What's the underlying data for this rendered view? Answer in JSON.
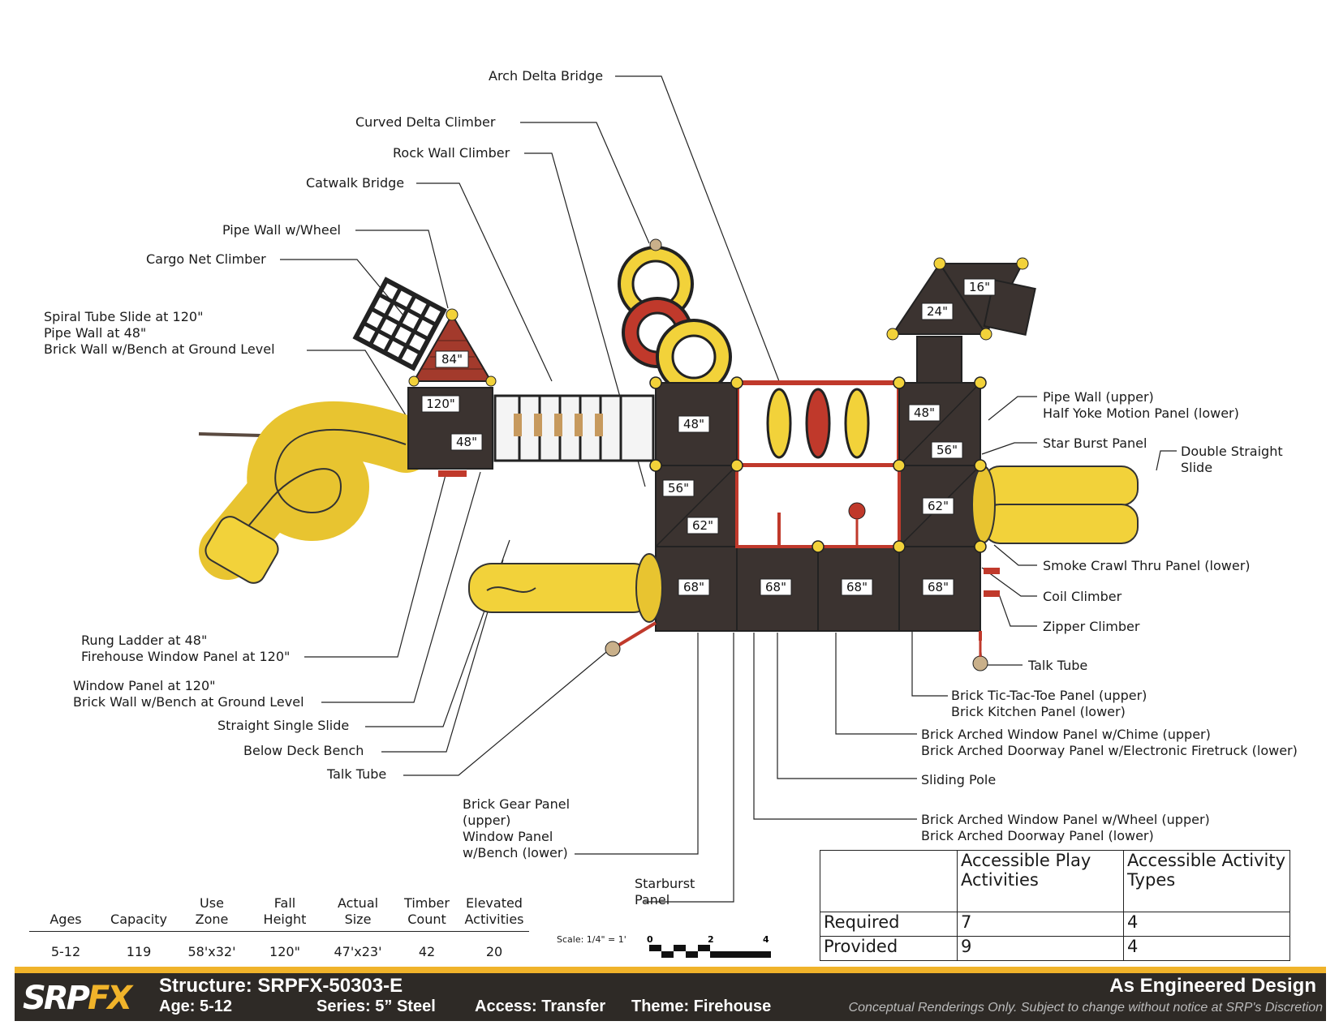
{
  "labels": {
    "arch_delta_bridge": "Arch Delta Bridge",
    "curved_delta_climber": "Curved Delta Climber",
    "rock_wall_climber": "Rock Wall Climber",
    "catwalk_bridge": "Catwalk Bridge",
    "pipe_wall_wheel": "Pipe Wall w/Wheel",
    "cargo_net_climber": "Cargo Net Climber",
    "spiral_1": "Spiral Tube Slide at 120\"",
    "spiral_2": "Pipe Wall at 48\"",
    "spiral_3": "Brick Wall w/Bench at Ground Level",
    "rung_1": "Rung Ladder at 48\"",
    "rung_2": "Firehouse Window Panel at 120\"",
    "window_1": "Window Panel at 120\"",
    "window_2": "Brick Wall w/Bench at Ground Level",
    "straight_single_slide": "Straight Single Slide",
    "below_deck_bench": "Below Deck Bench",
    "talk_tube_left": "Talk Tube",
    "gear_1": "Brick Gear Panel",
    "gear_2": "(upper)",
    "gear_3": "Window Panel",
    "gear_4": "w/Bench (lower)",
    "starburst_1": "Starburst",
    "starburst_2": "Panel",
    "pipe_wall_upper": "Pipe Wall (upper)",
    "half_yoke": "Half Yoke Motion Panel (lower)",
    "star_burst_panel": "Star Burst Panel",
    "double_slide_1": "Double Straight",
    "double_slide_2": "Slide",
    "smoke_crawl": "Smoke Crawl Thru Panel (lower)",
    "coil_climber": "Coil Climber",
    "zipper_climber": "Zipper Climber",
    "talk_tube_right": "Talk Tube",
    "tictac_1": "Brick Tic-Tac-Toe Panel (upper)",
    "tictac_2": "Brick Kitchen Panel (lower)",
    "chime_1": "Brick Arched Window Panel w/Chime (upper)",
    "chime_2": "Brick Arched Doorway Panel w/Electronic Firetruck (lower)",
    "sliding_pole": "Sliding Pole",
    "wheel_1": "Brick Arched Window Panel w/Wheel (upper)",
    "wheel_2": "Brick Arched Doorway Panel (lower)"
  },
  "deck_heights": {
    "h84": "84\"",
    "h120": "120\"",
    "h48a": "48\"",
    "h48b": "48\"",
    "h48c": "48\"",
    "h56a": "56\"",
    "h56b": "56\"",
    "h62a": "62\"",
    "h62b": "62\"",
    "h68a": "68\"",
    "h68b": "68\"",
    "h68c": "68\"",
    "h68d": "68\"",
    "h24": "24\"",
    "h16": "16\""
  },
  "stats": {
    "headers": [
      "Ages",
      "Capacity",
      "Use\nZone",
      "Fall\nHeight",
      "Actual\nSize",
      "Timber\nCount",
      "Elevated\nActivities"
    ],
    "values": [
      "5-12",
      "119",
      "58'x32'",
      "120\"",
      "47'x23'",
      "42",
      "20"
    ]
  },
  "scale": {
    "label": "Scale: 1/4\" = 1'",
    "ticks": [
      "0",
      "2",
      "4"
    ]
  },
  "accessibility": {
    "col1": "Accessible Play Activities",
    "col2": "Accessible Activity Types",
    "rows": [
      {
        "label": "Required",
        "play": "7",
        "types": "4"
      },
      {
        "label": "Provided",
        "play": "9",
        "types": "4"
      }
    ]
  },
  "banner": {
    "logo_a": "SRP",
    "logo_b": "FX",
    "structure": "Structure: SRPFX-50303-E",
    "age": "Age: 5-12",
    "series": "Series: 5” Steel",
    "access": "Access: Transfer",
    "theme": "Theme: Firehouse",
    "design": "As Engineered Design",
    "note": "Conceptual Renderings Only. Subject to change without notice at SRP's Discretion"
  },
  "colors": {
    "deck": "#3b3330",
    "yellow": "#f2d23a",
    "red": "#c0392b",
    "banner": "#2e2a26",
    "accent": "#f0b32a"
  }
}
